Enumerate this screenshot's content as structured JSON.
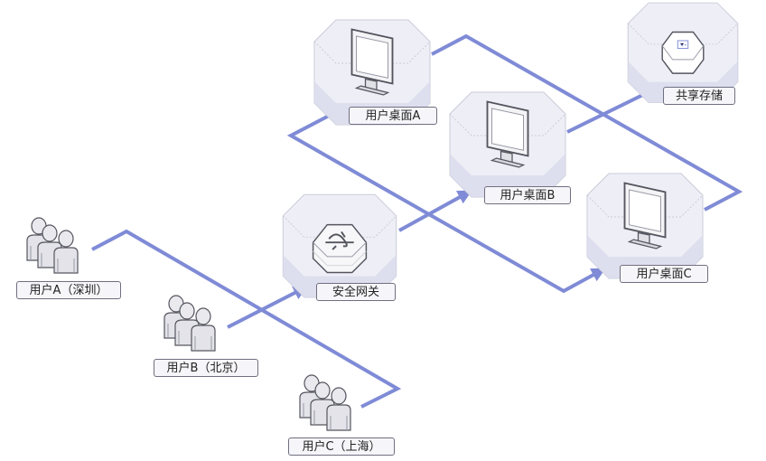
{
  "colors": {
    "link": "#7f8bd6",
    "hex_fill": "#eeeff6",
    "hex_shadow": "#d9dbec",
    "hex_stroke": "#b8bbcc",
    "device_gray": "#e7e7ec",
    "label_border": "#6f6f80"
  },
  "nodes": {
    "user_a": {
      "label": "用户A（深圳）",
      "icon": "users-group-icon"
    },
    "user_b": {
      "label": "用户B（北京）",
      "icon": "users-group-icon"
    },
    "user_c": {
      "label": "用户C（上海）",
      "icon": "users-group-icon"
    },
    "gateway": {
      "label": "安全网关",
      "icon": "gateway-router-icon"
    },
    "desktop_a": {
      "label": "用户桌面A",
      "icon": "monitor-icon"
    },
    "desktop_b": {
      "label": "用户桌面B",
      "icon": "monitor-icon"
    },
    "desktop_c": {
      "label": "用户桌面C",
      "icon": "monitor-icon"
    },
    "storage": {
      "label": "共享存储",
      "icon": "storage-device-icon"
    }
  }
}
